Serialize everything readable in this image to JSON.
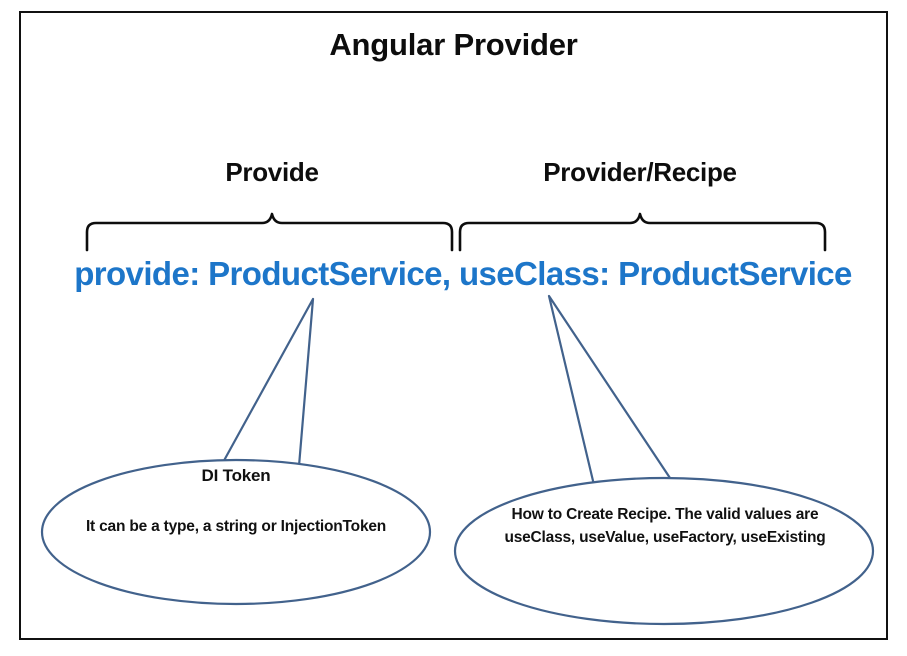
{
  "diagram": {
    "title": "Angular Provider",
    "border_color": "#111111",
    "background": "#ffffff",
    "code_color": "#1d76c9",
    "shape_stroke_color": "#42628c",
    "brace_color": "#0d0d0d",
    "sections": [
      {
        "label": "Provide"
      },
      {
        "label": "Provider/Recipe"
      }
    ],
    "code": {
      "full_line": "provide: ProductService, useClass: ProductService",
      "left_part": "provide: ProductService,",
      "right_part": "useClass: ProductService"
    },
    "callouts": [
      {
        "id": "di-token",
        "title": "DI Token",
        "body": "It can be a type, a string or InjectionToken"
      },
      {
        "id": "recipe",
        "title": "",
        "body": "How to Create Recipe. The valid values are useClass, useValue,  useFactory, useExisting"
      }
    ]
  }
}
